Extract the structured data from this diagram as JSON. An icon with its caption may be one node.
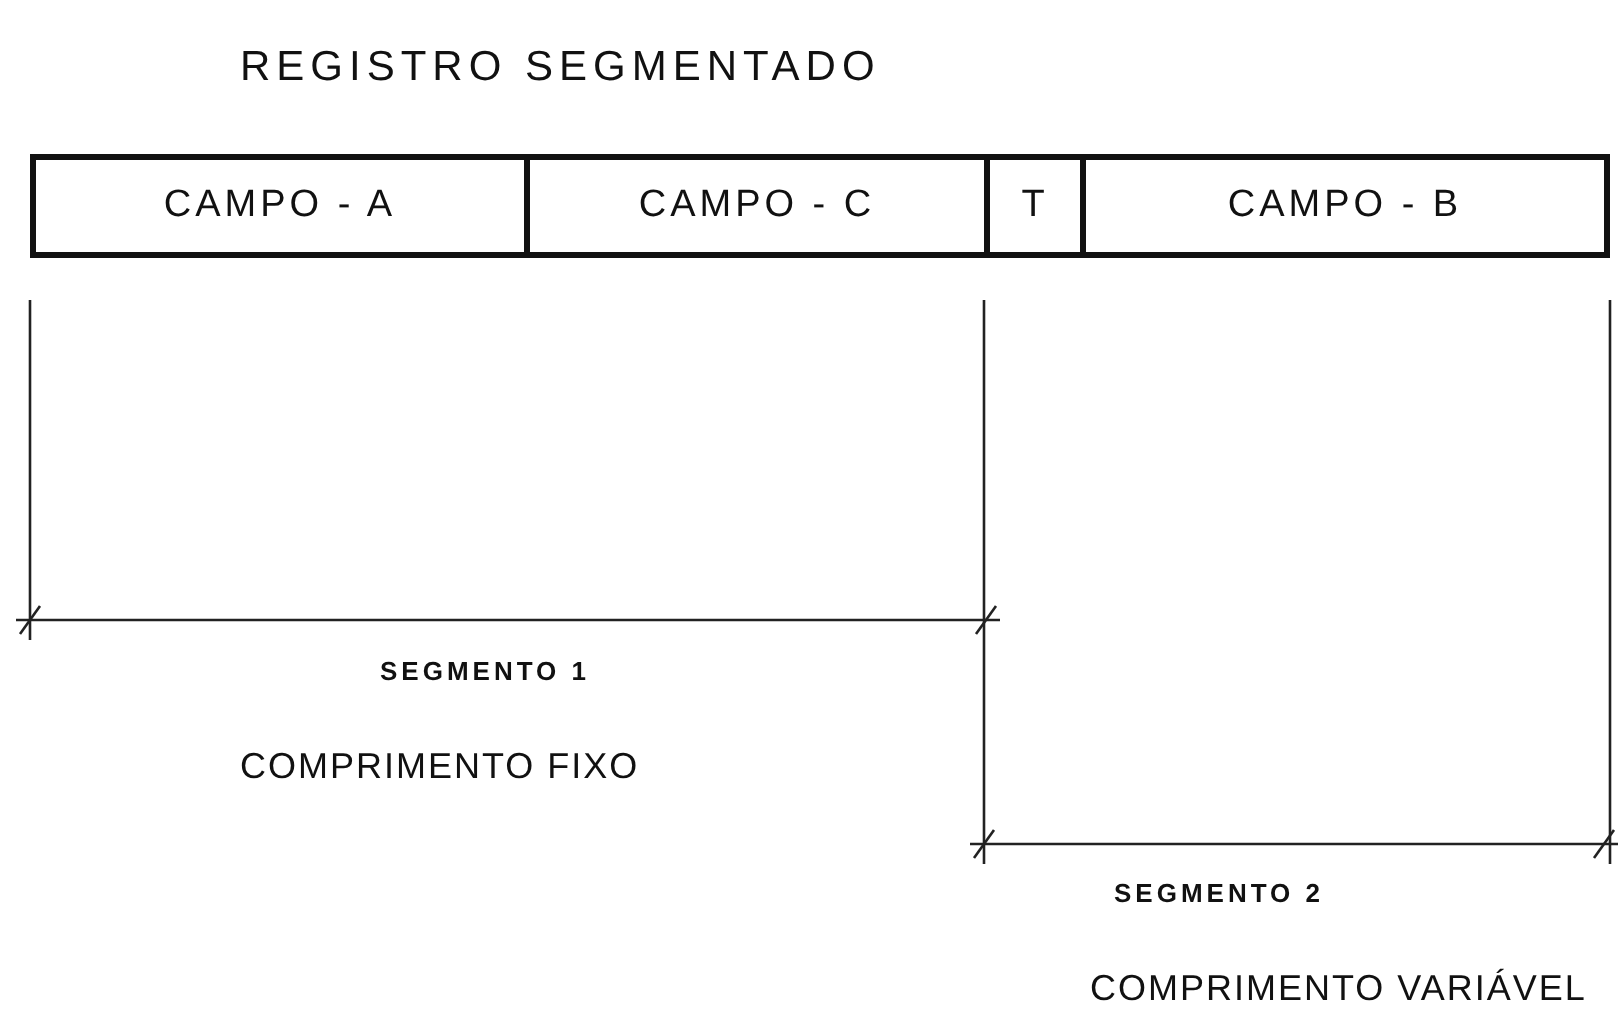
{
  "diagram": {
    "title": "REGISTRO SEGMENTADO",
    "nodes": [
      {
        "text": [
          "CAMPO - A"
        ]
      },
      {
        "text": [
          "CAMPO - C"
        ]
      },
      {
        "text": [
          "T"
        ]
      },
      {
        "text": [
          "CAMPO - B"
        ]
      }
    ],
    "labels": [
      "SEGMENTO 1",
      "COMPRIMENTO FIXO",
      "SEGMENTO 2",
      "COMPRIMENTO VARIÁVEL"
    ]
  }
}
